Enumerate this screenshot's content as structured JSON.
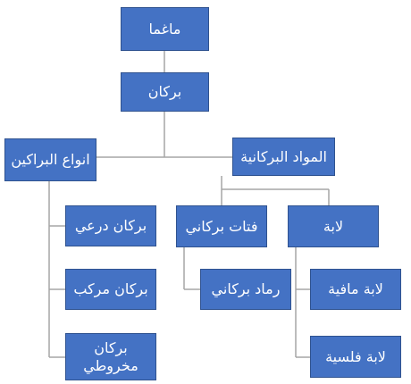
{
  "diagram": {
    "root": "ماغما",
    "volcano": "بركان",
    "types_header": "انواع البراكين",
    "materials_header": "المواد البركانية",
    "type_items": [
      "بركان درعي",
      "بركان مركب",
      "بركان مخروطي"
    ],
    "fragments": "فتات بركاني",
    "ash": "رماد بركاني",
    "lava": "لابة",
    "lava_items": [
      "لابة مافية",
      "لابة فلسية"
    ]
  }
}
